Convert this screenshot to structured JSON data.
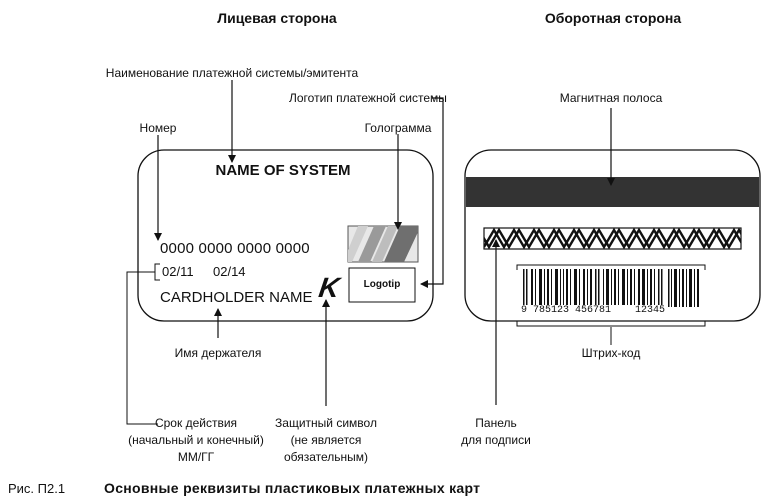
{
  "headings": {
    "front": "Лицевая сторона",
    "back": "Оборотная сторона"
  },
  "labels": {
    "system_name": "Наименование платежной системы/эмитента",
    "logo": "Логотип платежной системы",
    "number": "Номер",
    "hologram": "Голограмма",
    "magnetic_stripe": "Магнитная полоса",
    "holder_name": "Имя держателя",
    "barcode": "Штрих-код",
    "validity": [
      "Срок действия",
      "(начальный и конечный)",
      "ММ/ГГ"
    ],
    "security_symbol": [
      "Защитный символ",
      "(не является",
      "обязательным)"
    ],
    "signature_panel": [
      "Панель",
      "для подписи"
    ]
  },
  "card_front": {
    "system": "NAME OF SYSTEM",
    "number": "0000 0000 0000 0000",
    "valid_from": "02/11",
    "valid_to": "02/14",
    "holder": "CARDHOLDER NAME",
    "security_symbol": "K",
    "logo_text": "Logotip"
  },
  "card_back": {
    "barcode_digits": "9 785123 456781    12345"
  },
  "caption": {
    "number": "Рис. П2.1",
    "text": "Основные реквизиты пластиковых платежных карт"
  }
}
